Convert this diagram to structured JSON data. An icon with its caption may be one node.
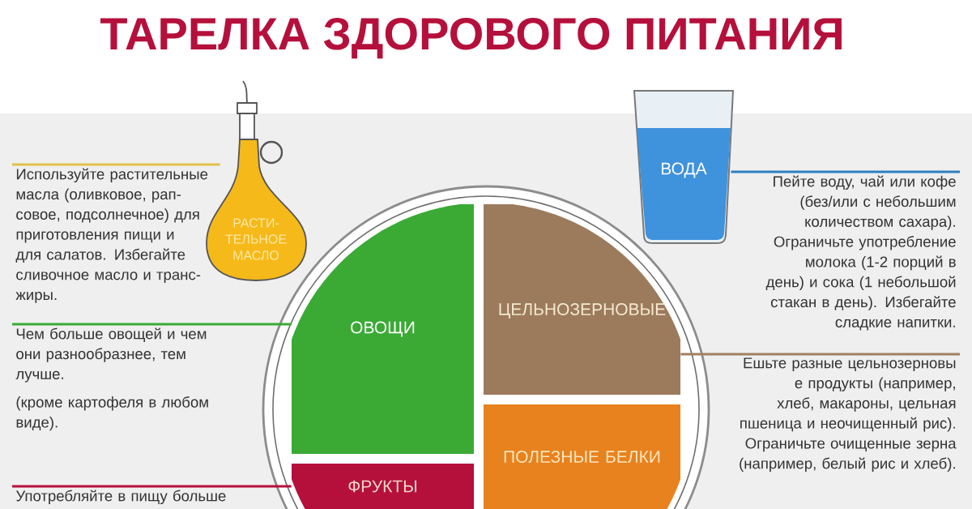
{
  "diagram": {
    "title": "ТАРЕЛКА ЗДОРОВОГО ПИТАНИЯ",
    "nodes": [
      {
        "text": [
          "РАСТИ- ТЕЛЬНОЕ МАСЛО"
        ]
      },
      {
        "text": [
          "Используйте растительные масла (оливковое, рап- совое, подсолнечное) для приготовления пищи и для салатов. Избегайте сливочное масло и транс-жиры."
        ]
      },
      {
        "text": [
          "ВОДА"
        ]
      },
      {
        "text": [
          "Пейте воду, чай или кофе (без/или с небольшим количеством сахара). Ограничьте употребление молока (1-2 порций в день) и сока (1 небольшой стакан в день). Избегайте сладкие напитки."
        ]
      },
      {
        "text": [],
        "shape": "circle"
      },
      {
        "text": [
          "ОВОЩИ"
        ],
        "in": 4
      },
      {
        "text": [
          "ЦЕЛЬНОЗЕРНОВЫЕ"
        ],
        "in": 4
      },
      {
        "text": [
          "ПОЛЕЗНЫЕ БЕЛКИ"
        ],
        "in": 4
      },
      {
        "text": [
          "ФРУКТЫ"
        ],
        "in": 4
      },
      {
        "text": [
          "Чем больше овощей и чем они разнообразнее, тем лучше.",
          "(кроме картофеля в любом виде)."
        ]
      },
      {
        "text": [
          "Ешьте разные цельнозерновы е продукты (например, хлеб, макароны, цельная пшеница и неочищенный рис). Ограничьте очищенные зерна (например, белый рис и хлеб)."
        ]
      },
      {
        "text": [
          "Употребляйте в пищу больше"
        ]
      }
    ],
    "edges": [
      {
        "from": 1,
        "to": 0,
        "arrow": "none",
        "color": "#e3c04a"
      },
      {
        "from": 3,
        "to": 2,
        "arrow": "none",
        "color": "#2f7fc1"
      },
      {
        "from": 9,
        "to": 5,
        "arrow": "none",
        "color": "#3aaa35"
      },
      {
        "from": 10,
        "to": 6,
        "arrow": "none",
        "color": "#a08060"
      },
      {
        "from": 11,
        "to": 8,
        "arrow": "none",
        "color": "#b5103c"
      }
    ]
  }
}
